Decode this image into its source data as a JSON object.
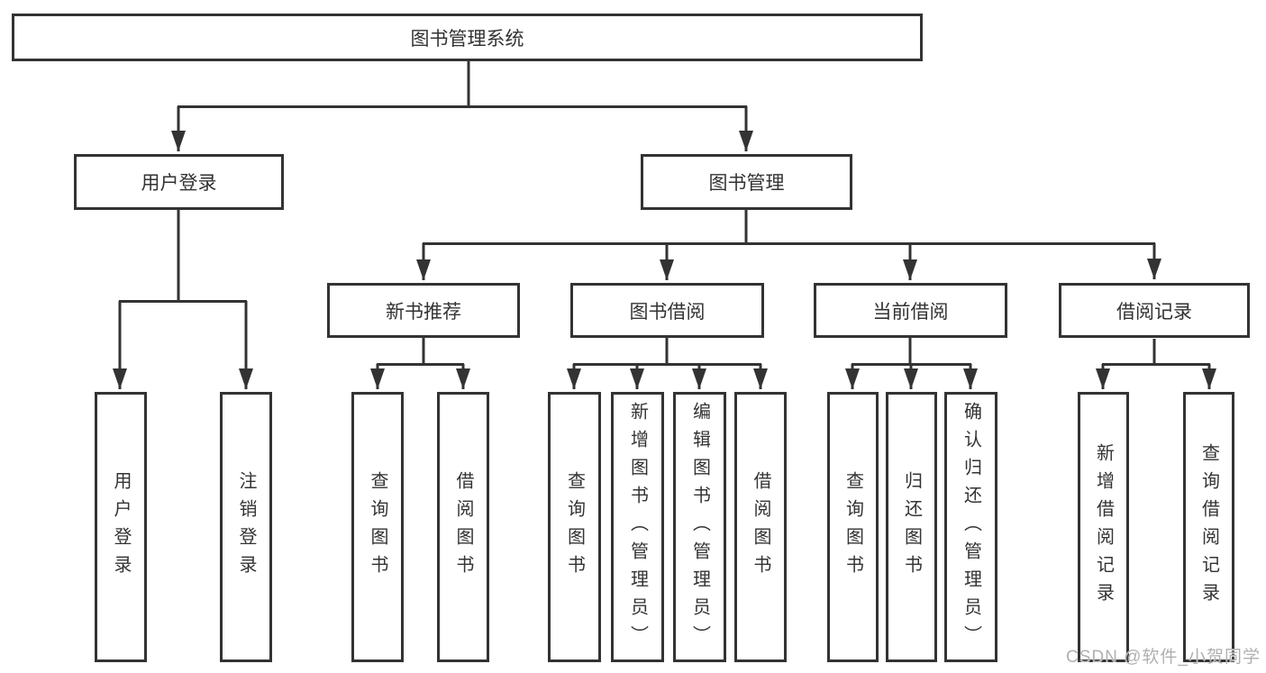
{
  "tree": {
    "root": "图书管理系统",
    "user_login": {
      "label": "用户登录",
      "children": [
        "用户登录",
        "注销登录"
      ]
    },
    "book_mgmt": {
      "label": "图书管理"
    },
    "new_book_rec": {
      "label": "新书推荐",
      "children": [
        "查询图书",
        "借阅图书"
      ]
    },
    "book_borrow": {
      "label": "图书借阅",
      "children": [
        "查询图书",
        "新增图书（管理员）",
        "编辑图书（管理员）",
        "借阅图书"
      ]
    },
    "current_borrow": {
      "label": "当前借阅",
      "children": [
        "查询图书",
        "归还图书",
        "确认归还（管理员）"
      ]
    },
    "borrow_records": {
      "label": "借阅记录",
      "children": [
        "新增借阅记录",
        "查询借阅记录"
      ]
    }
  },
  "watermark": {
    "text": "CSDN @软件_小贺同学"
  },
  "colors": {
    "line": "#333333",
    "box_border": "#333333",
    "text": "#333333",
    "watermark": "#b0b0b0",
    "background": "#ffffff"
  }
}
